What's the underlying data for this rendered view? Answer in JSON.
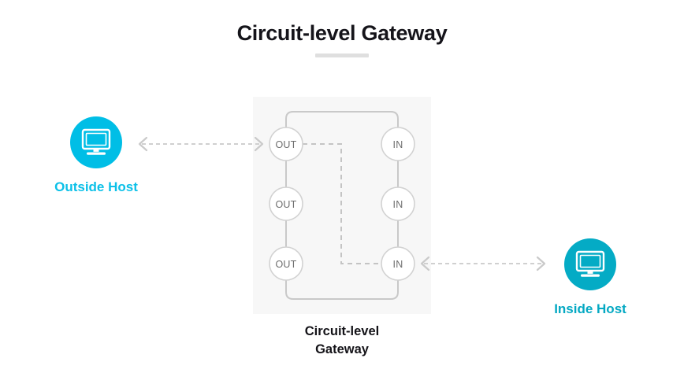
{
  "page": {
    "title": "Circuit-level Gateway",
    "background_color": "#ffffff"
  },
  "colors": {
    "title_text": "#15141a",
    "title_rule": "#dfdfdf",
    "outside_host_accent": "#00bee6",
    "inside_host_accent": "#04abc5",
    "gateway_panel": "#f7f7f7",
    "circuit_line": "#c9c9c9",
    "dashed_line": "#c4c4c4",
    "node_text": "#6d6d6d",
    "caption_text": "#141318"
  },
  "nodes": {
    "outside_host": {
      "label": "Outside Host",
      "icon": "desktop-monitor-icon",
      "accent": "#00bee6"
    },
    "inside_host": {
      "label": "Inside Host",
      "icon": "desktop-monitor-icon",
      "accent": "#04abc5"
    }
  },
  "gateway": {
    "caption_line1": "Circuit-level",
    "caption_line2": "Gateway",
    "out_ports": [
      {
        "label": "OUT"
      },
      {
        "label": "OUT"
      },
      {
        "label": "OUT"
      }
    ],
    "in_ports": [
      {
        "label": "IN"
      },
      {
        "label": "IN"
      },
      {
        "label": "IN"
      }
    ]
  },
  "connectors": {
    "left": {
      "name": "outside-host-to-gateway",
      "style": "dashed",
      "arrowheads": "both"
    },
    "right": {
      "name": "gateway-to-inside-host",
      "style": "dashed",
      "arrowheads": "both"
    },
    "internal_circuit": {
      "name": "out1-to-in3-circuit",
      "style": "dashed"
    }
  }
}
